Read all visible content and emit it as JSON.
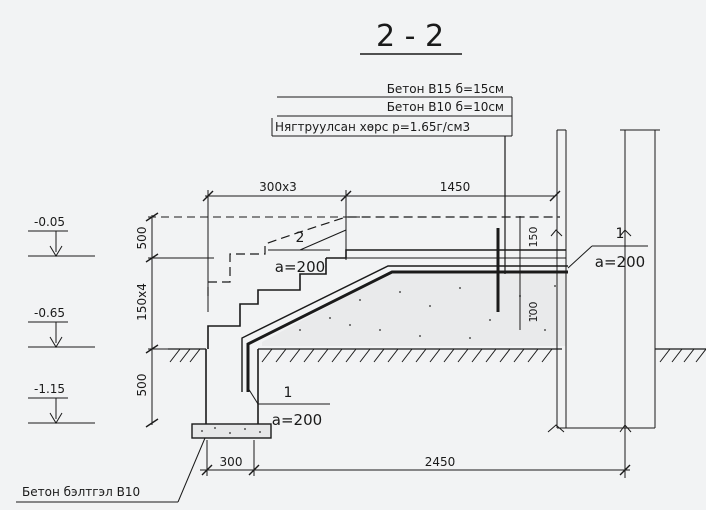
{
  "title": "2 - 2",
  "layers": [
    "Бетон В15 б=15см",
    "Бетон В10 б=10см",
    "Нягтруулсан хөрс р=1.65г/см3"
  ],
  "levels": [
    "-0.05",
    "-0.65",
    "-1.15"
  ],
  "dimensions": {
    "top_steps": "300x3",
    "top_landing": "1450",
    "left_upper": "500",
    "left_middle": "150x4",
    "left_lower": "500",
    "bottom_left": "300",
    "bottom_right": "2450",
    "right_150": "150",
    "right_100": "100"
  },
  "rebar_labels": {
    "upper_number": "2",
    "upper_spacing": "a=200",
    "right_number": "1",
    "right_spacing": "a=200",
    "lower_number": "1",
    "lower_spacing": "a=200"
  },
  "footing_label": "Бетон бэлтгэл В10"
}
